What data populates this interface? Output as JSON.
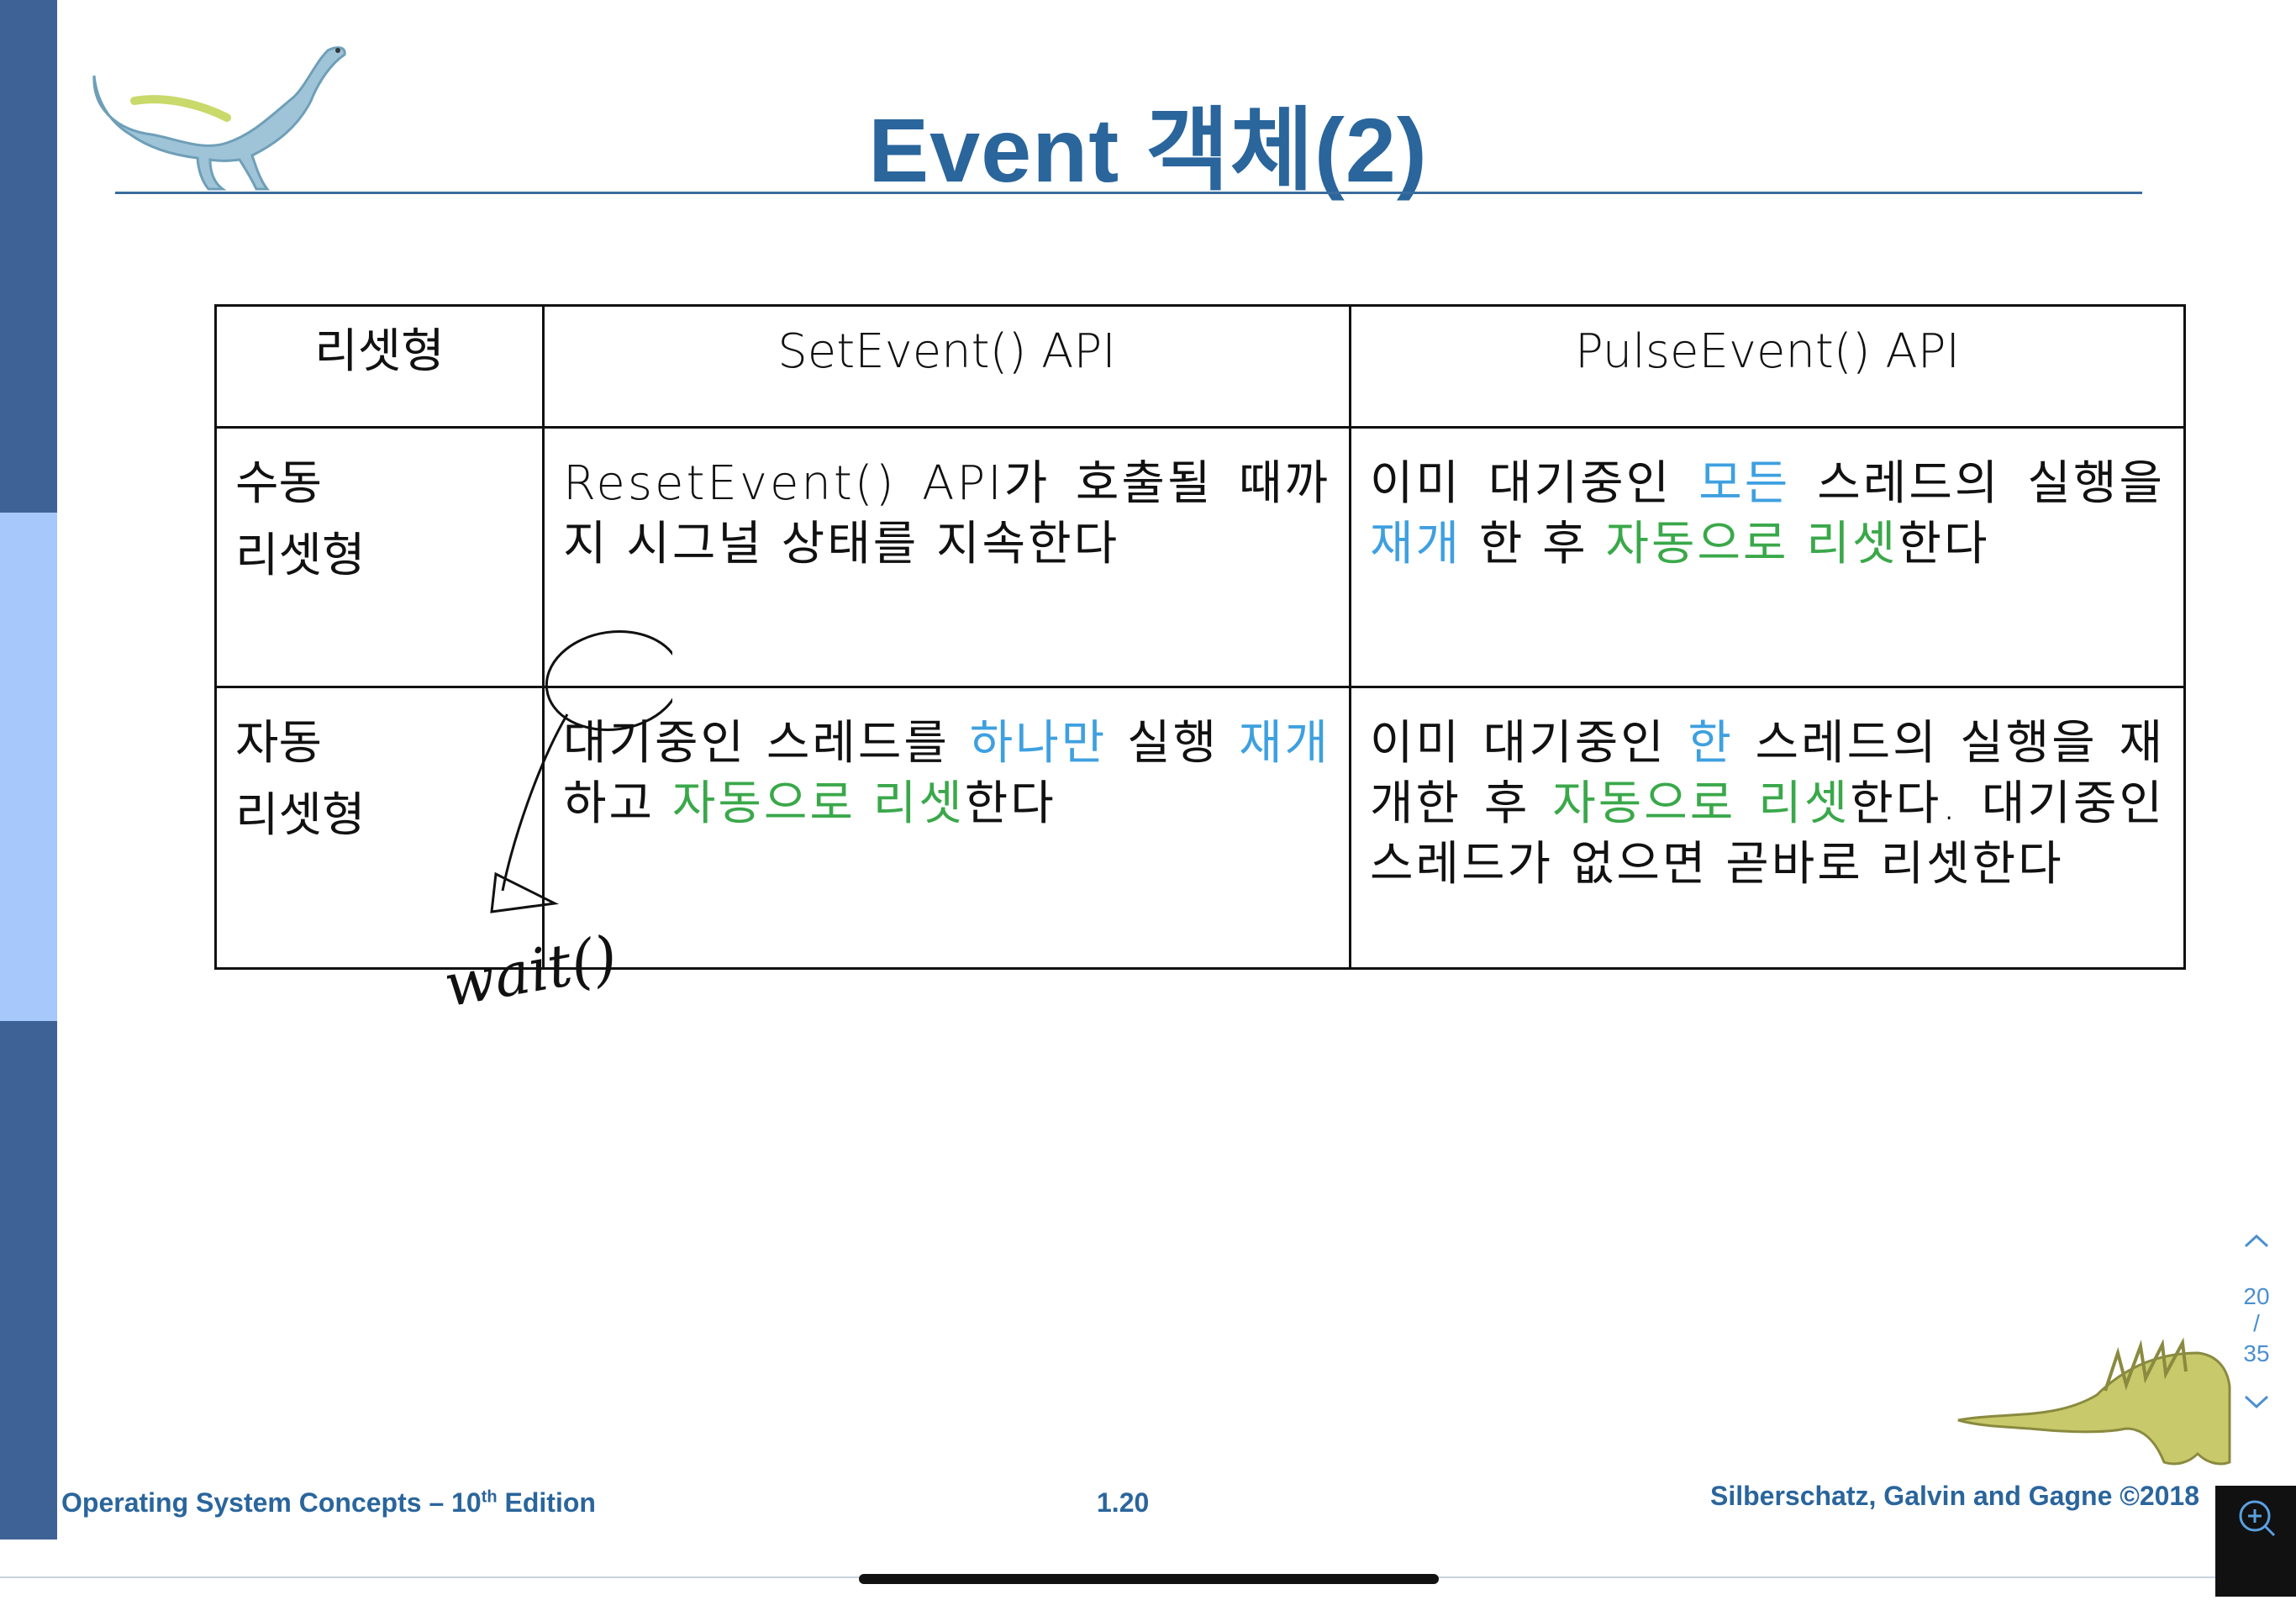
{
  "slide": {
    "title": "Event 객체(2)",
    "table": {
      "headers": [
        "리셋형",
        "SetEvent() API",
        "PulseEvent() API"
      ],
      "rows": [
        {
          "type_line1": "수동",
          "type_line2": "리셋형",
          "set_event": {
            "text": "ResetEvent() API가 호출될 때까지 시그널 상태를 지속한다"
          },
          "pulse_event": {
            "p1": "이미 대기중인 ",
            "p2_blue": "모든",
            "p3": " 스레드의 실행을 ",
            "p4_blue": "재개",
            "p5": " 한 후 ",
            "p6_green": "자동으로 리셋",
            "p7": "한다"
          }
        },
        {
          "type_line1": "자동",
          "type_line2": "리셋형",
          "set_event": {
            "p1": "대기중인 스레드를 ",
            "p2_blue": "하나만",
            "p3": " 실행 ",
            "p4_blue": "재개",
            "p5": "하고 ",
            "p6_green": "자동으로 리셋",
            "p7": "한다"
          },
          "pulse_event": {
            "p1": "이미 대기중인 ",
            "p2_blue": "한",
            "p3": " 스레드의 실행을 재개한 후 ",
            "p4_green": "자동으로 리셋",
            "p5": "한다. 대기중인 스레드가 없으면 곧바로 리셋한다"
          }
        }
      ]
    },
    "annotation_handwritten": "wait()"
  },
  "footer": {
    "left_prefix": "Operating System Concepts – 10",
    "left_sup": "th",
    "left_suffix": " Edition",
    "center": "1.20",
    "right": "Silberschatz, Galvin and Gagne ©2018"
  },
  "page_indicator": {
    "current": "20",
    "separator": "/",
    "total": "35"
  },
  "colors": {
    "title": "#2a659c",
    "sidebar": "#3e6296",
    "sidebar_highlight": "#a7c8fa",
    "highlight_blue": "#3ea0e0",
    "highlight_green": "#3aa84a"
  },
  "icons": [
    "dinosaur-logo",
    "dinosaur-bottom-logo",
    "chevron-up-icon",
    "chevron-down-icon",
    "zoom-in-icon"
  ]
}
